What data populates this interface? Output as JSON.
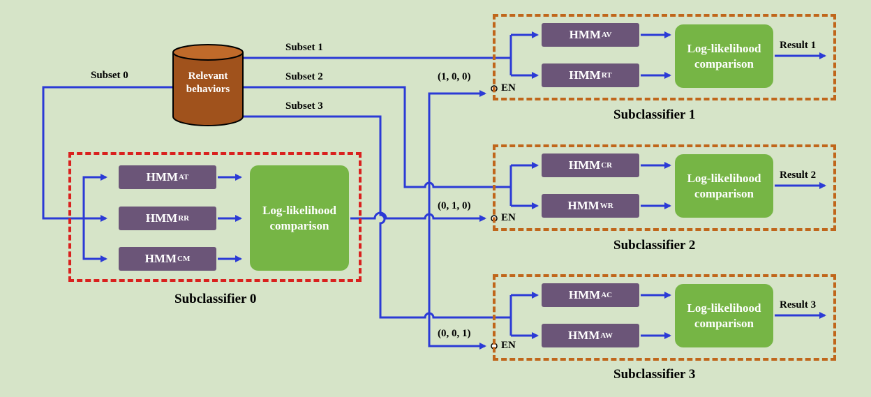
{
  "database": {
    "line1": "Relevant",
    "line2": "behaviors"
  },
  "subsets": {
    "s0": "Subset 0",
    "s1": "Subset 1",
    "s2": "Subset 2",
    "s3": "Subset 3"
  },
  "enable_codes": {
    "c1": "(1, 0, 0)",
    "c2": "(0, 1, 0)",
    "c3": "(0, 0, 1)"
  },
  "en_label": "EN",
  "hmm_prefix": "HMM",
  "comparison": {
    "line1": "Log-likelihood",
    "line2": "comparison"
  },
  "subclassifiers": [
    {
      "title": "Subclassifier 0",
      "hmms": [
        "AT",
        "RR",
        "CM"
      ],
      "result": ""
    },
    {
      "title": "Subclassifier 1",
      "hmms": [
        "AV",
        "RT"
      ],
      "result": "Result 1"
    },
    {
      "title": "Subclassifier 2",
      "hmms": [
        "CR",
        "WR"
      ],
      "result": "Result 2"
    },
    {
      "title": "Subclassifier 3",
      "hmms": [
        "AC",
        "AW"
      ],
      "result": "Result 3"
    }
  ],
  "colors": {
    "background": "#d6e4c8",
    "wire": "#2b3ad6",
    "hmm_box": "#6b5578",
    "comparison_box": "#76b545",
    "database": "#a0521c",
    "group_border_0": "#d9211e",
    "group_border": "#c0661b"
  }
}
